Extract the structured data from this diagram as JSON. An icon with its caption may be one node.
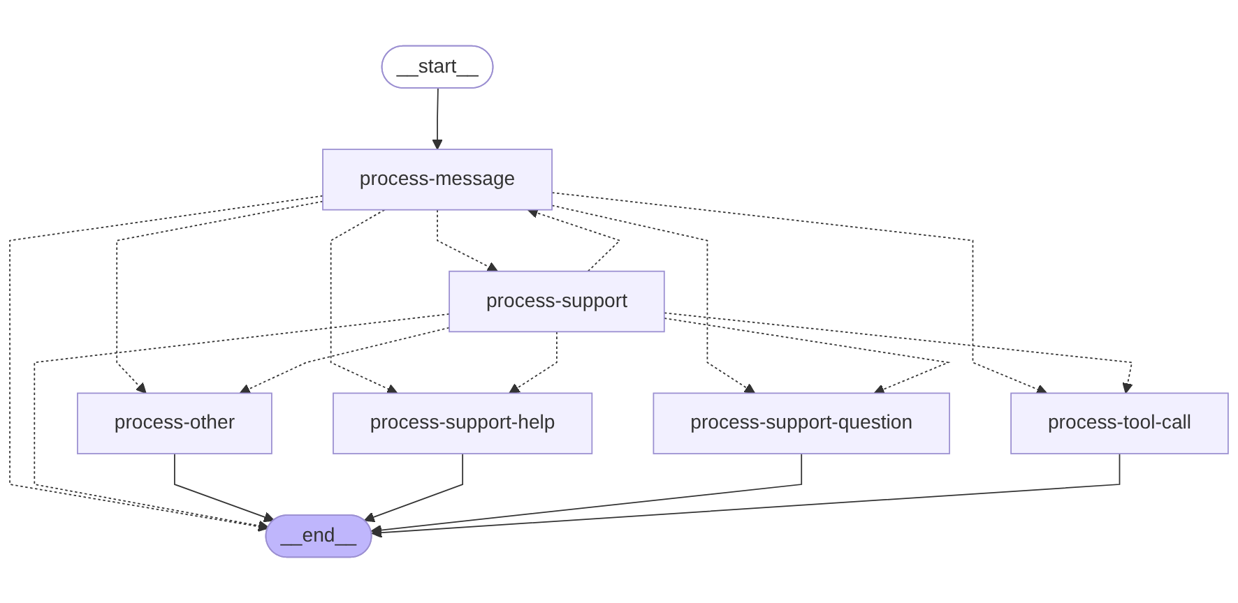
{
  "diagram": {
    "nodes": [
      {
        "text": [
          "__start__"
        ]
      },
      {
        "text": [
          "process-message"
        ]
      },
      {
        "text": [
          "process-support"
        ]
      },
      {
        "text": [
          "process-other"
        ]
      },
      {
        "text": [
          "process-support-help"
        ]
      },
      {
        "text": [
          "process-support-question"
        ]
      },
      {
        "text": [
          "process-tool-call"
        ]
      },
      {
        "text": [
          "__end__"
        ]
      }
    ],
    "edges": [
      {
        "from": 0,
        "to": 1,
        "arrow": "to"
      },
      {
        "from": 1,
        "to": 3,
        "arrow": "to",
        "style": "dashed"
      },
      {
        "from": 1,
        "to": 4,
        "arrow": "to",
        "style": "dashed"
      },
      {
        "from": 1,
        "to": 5,
        "arrow": "to",
        "style": "dashed"
      },
      {
        "from": 1,
        "to": 2,
        "arrow": "to",
        "style": "dashed"
      },
      {
        "from": 1,
        "to": 6,
        "arrow": "to",
        "style": "dashed"
      },
      {
        "from": 1,
        "to": 7,
        "arrow": "to",
        "style": "dashed"
      },
      {
        "from": 2,
        "to": 1,
        "arrow": "to",
        "style": "dashed"
      },
      {
        "from": 2,
        "to": 3,
        "arrow": "to",
        "style": "dashed"
      },
      {
        "from": 2,
        "to": 4,
        "arrow": "to",
        "style": "dashed"
      },
      {
        "from": 2,
        "to": 5,
        "arrow": "to",
        "style": "dashed"
      },
      {
        "from": 2,
        "to": 6,
        "arrow": "to",
        "style": "dashed"
      },
      {
        "from": 2,
        "to": 7,
        "arrow": "to",
        "style": "dashed"
      },
      {
        "from": 3,
        "to": 7,
        "arrow": "to"
      },
      {
        "from": 4,
        "to": 7,
        "arrow": "to"
      },
      {
        "from": 5,
        "to": 7,
        "arrow": "to"
      },
      {
        "from": 6,
        "to": 7,
        "arrow": "to"
      }
    ]
  }
}
